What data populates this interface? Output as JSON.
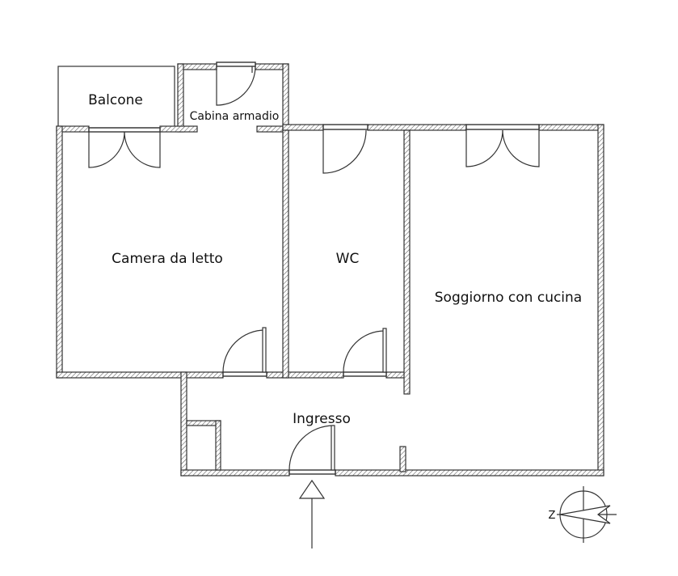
{
  "rooms": {
    "balcone": "Balcone",
    "cabina": "Cabina armadio",
    "camera": "Camera da letto",
    "wc": "WC",
    "soggiorno": "Soggiorno con cucina",
    "ingresso": "Ingresso"
  },
  "compass": {
    "north_letter": "Z"
  }
}
